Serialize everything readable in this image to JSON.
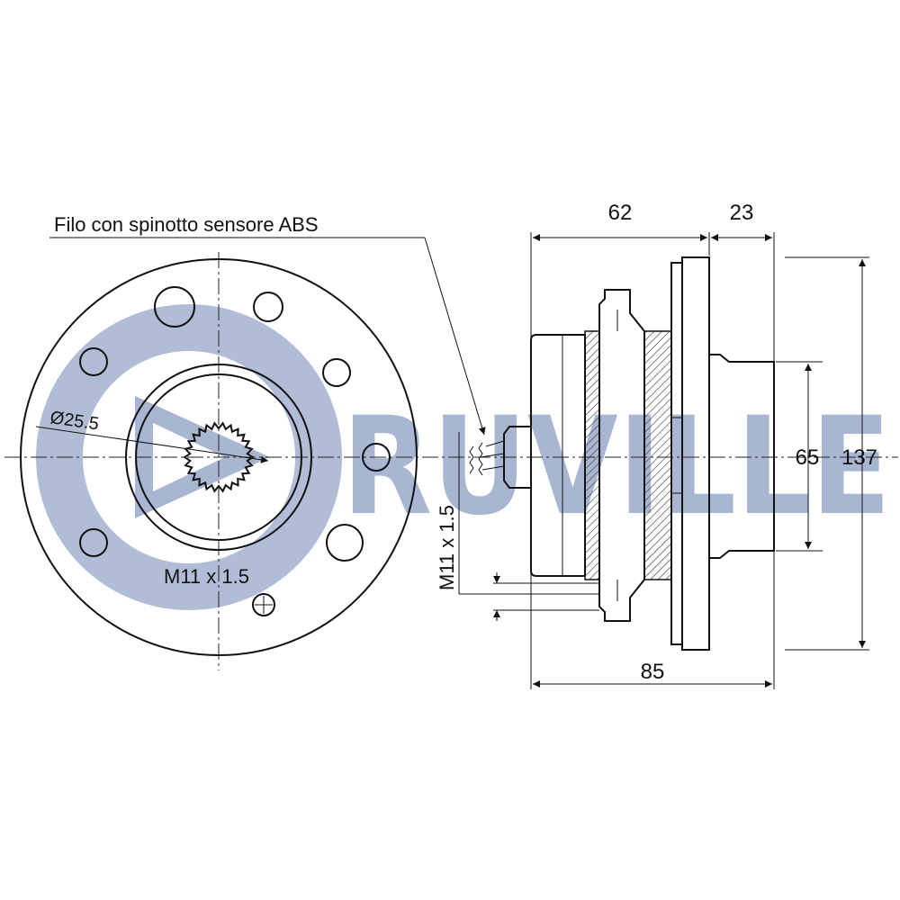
{
  "watermark": {
    "text": "RUVILLE",
    "color": "#a9b6d2"
  },
  "callout": {
    "abs_sensor": "Filo con spinotto sensore ABS"
  },
  "front_view": {
    "spline_diameter": "Ø25.5",
    "thread": "M11 x 1.5"
  },
  "side_view": {
    "thread": "M11 x 1.5",
    "dim_width_a": "62",
    "dim_width_b": "23",
    "dim_total_width": "85",
    "dim_pilot_diameter": "65",
    "dim_flange_diameter": "137"
  },
  "colors": {
    "line": "#111111",
    "watermark": "#a9b6d2",
    "background": "#ffffff"
  }
}
